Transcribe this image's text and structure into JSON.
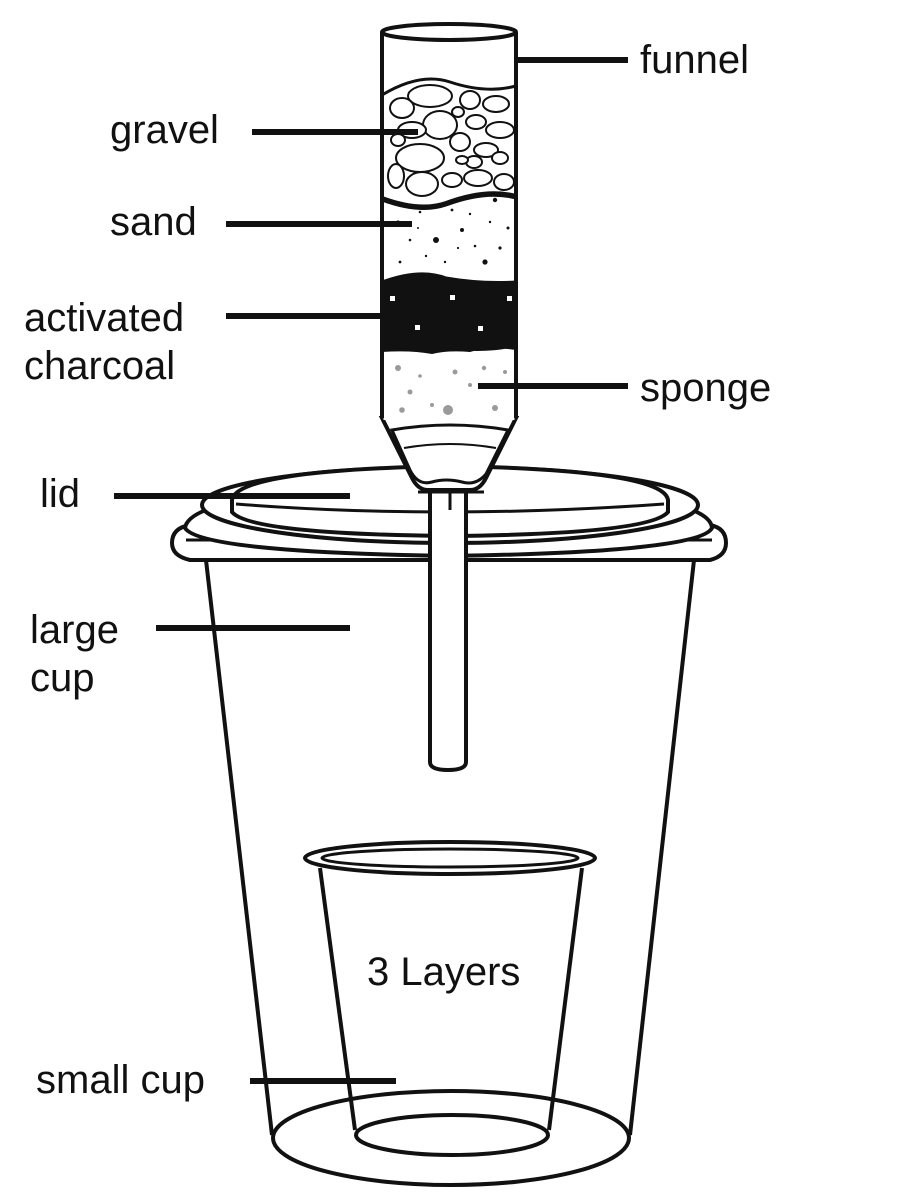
{
  "labels": {
    "funnel": "funnel",
    "gravel": "gravel",
    "sand": "sand",
    "activated_charcoal": [
      "activated",
      "charcoal"
    ],
    "sponge": "sponge",
    "lid": "lid",
    "large_cup": [
      "large",
      "cup"
    ],
    "small_cup": "small cup",
    "small_cup_text": "3 Layers"
  },
  "colors": {
    "ink": "#111111",
    "background": "#ffffff",
    "sponge_dots": "#9a9a9a"
  }
}
